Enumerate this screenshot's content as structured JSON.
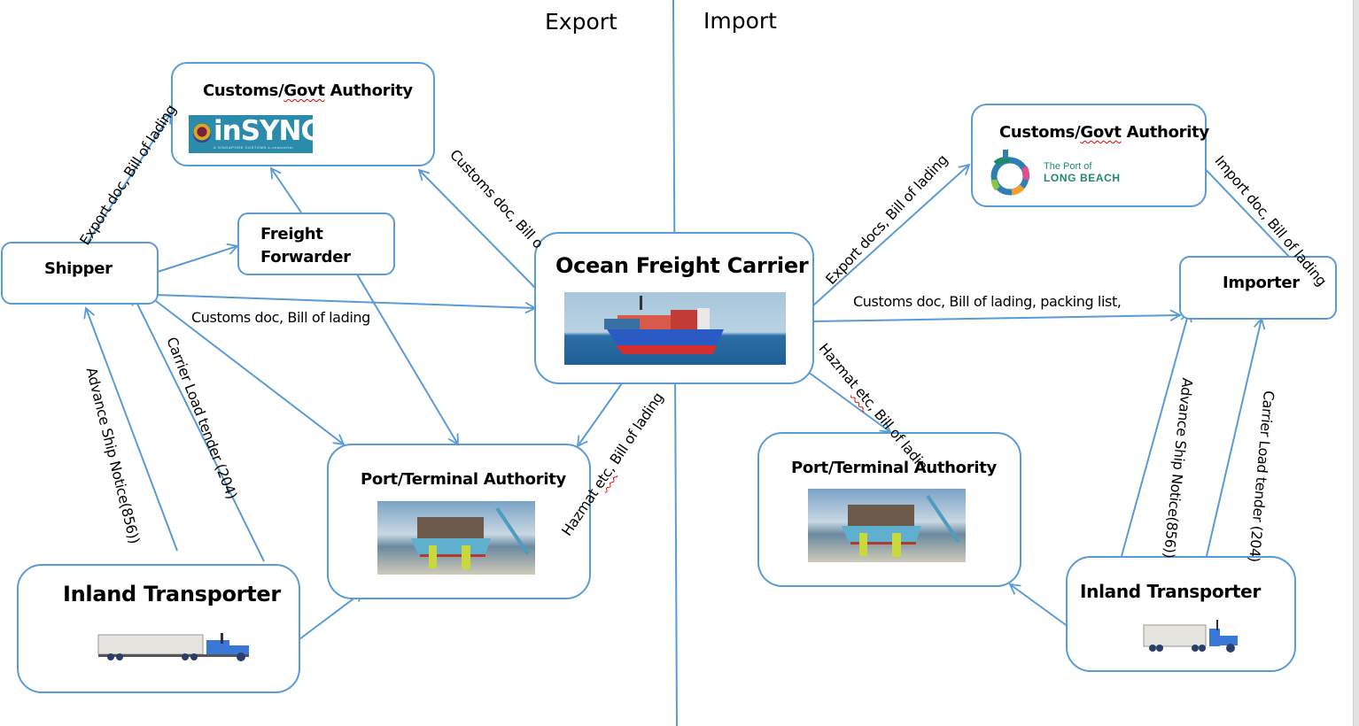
{
  "sections": {
    "export": "Export",
    "import": "Import"
  },
  "nodes": {
    "customs_export": {
      "title_pre": "Customs/",
      "title_squiggle": "Govt",
      "title_post": " Authority",
      "logo": {
        "brand": "inSYNC",
        "tagline": "A SINGAPORE CUSTOMS e-newsletter"
      }
    },
    "freight_forwarder": {
      "title_line1": "Freight",
      "title_line2": "Forwarder"
    },
    "shipper": {
      "title": "Shipper"
    },
    "ocean_carrier": {
      "title": "Ocean Freight Carrier",
      "image": "container-ship-photo"
    },
    "port_export": {
      "title": "Port/Terminal  Authority",
      "image": "port-terminal-photo"
    },
    "inland_export": {
      "title": "Inland Transporter",
      "image": "semi-truck-icon"
    },
    "customs_import": {
      "title_pre": "Customs/",
      "title_squiggle": "Govt",
      "title_post": " Authority",
      "logo": {
        "line1": "The Port of",
        "line2": "LONG BEACH"
      }
    },
    "importer": {
      "title": "Importer"
    },
    "port_import": {
      "title": "Port/Terminal  Authority",
      "image": "port-terminal-photo"
    },
    "inland_import": {
      "title": "Inland Transporter",
      "image": "semi-truck-icon"
    }
  },
  "edge_labels": {
    "export_doc": "Export doc, Bill of lading",
    "customs_doc_carrier": "Customs doc, Bill of lading",
    "customs_doc_to_customs": "Customs doc, Bill o",
    "hazmat_export_pre": "Hazmat ",
    "hazmat_export_sq": "etc",
    "hazmat_export_post": ", Bill of lading",
    "advance_ship_export": "Advance Ship Notice(856))",
    "carrier_load_export": "Carrier Load tender (204)",
    "export_docs_import": "Export  docs, Bill of lading",
    "import_doc": "Import doc, Bill of lading",
    "customs_packing": "Customs doc, Bill of lading, packing list,",
    "hazmat_import_pre": "Hazmat ",
    "hazmat_import_sq": "etc",
    "hazmat_import_post": ", Bill of ladin",
    "advance_ship_import": "Advance Ship Notice(856))",
    "carrier_load_import": "Carrier Load tender (204)"
  },
  "colors": {
    "line": "#5b9bd5",
    "squiggle": "#e00000",
    "insync_bg": "#2a8aa8"
  }
}
